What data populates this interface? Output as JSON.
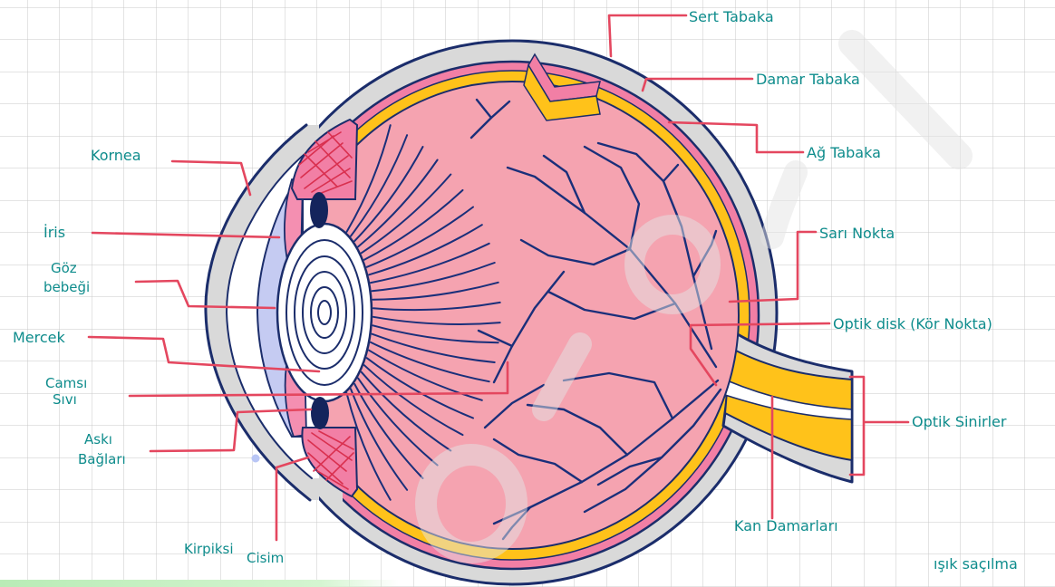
{
  "diagram": {
    "labels": {
      "sert_tabaka": "Sert Tabaka",
      "damar_tabaka": "Damar Tabaka",
      "ag_tabaka": "Ağ Tabaka",
      "sari_nokta": "Sarı Nokta",
      "optik_disk": "Optik disk (Kör Nokta)",
      "optik_sinirler": "Optik Sinirler",
      "kan_damarlari": "Kan Damarları",
      "isik_sacilma": "ışık saçılma",
      "kornea": "Kornea",
      "iris": "İris",
      "goz_bebegi_line1": "Göz",
      "goz_bebegi_line2": "bebeği",
      "mercek": "Mercek",
      "camsi_sivi_line1": "Camsı",
      "camsi_sivi_line2": "Sıvı",
      "aski_baglari_line1": "Askı",
      "aski_baglari_line2": "Bağları",
      "kirpiksi_cisim_line1": "Kirpiksi",
      "kirpiksi_cisim_line2": "Cisim"
    }
  },
  "colors": {
    "label_text": "#0e8c8c",
    "pointer_line": "#e4475f",
    "outline": "#1b2d6b",
    "sclera": "#d9d9d9",
    "choroid": "#f27fa5",
    "retina": "#ffc21a",
    "vitreous": "#f5a3b0",
    "anterior_chamber": "#c5cbf2",
    "blood_vessels": "#1a2f7a",
    "grid": "#c8c8c8"
  }
}
